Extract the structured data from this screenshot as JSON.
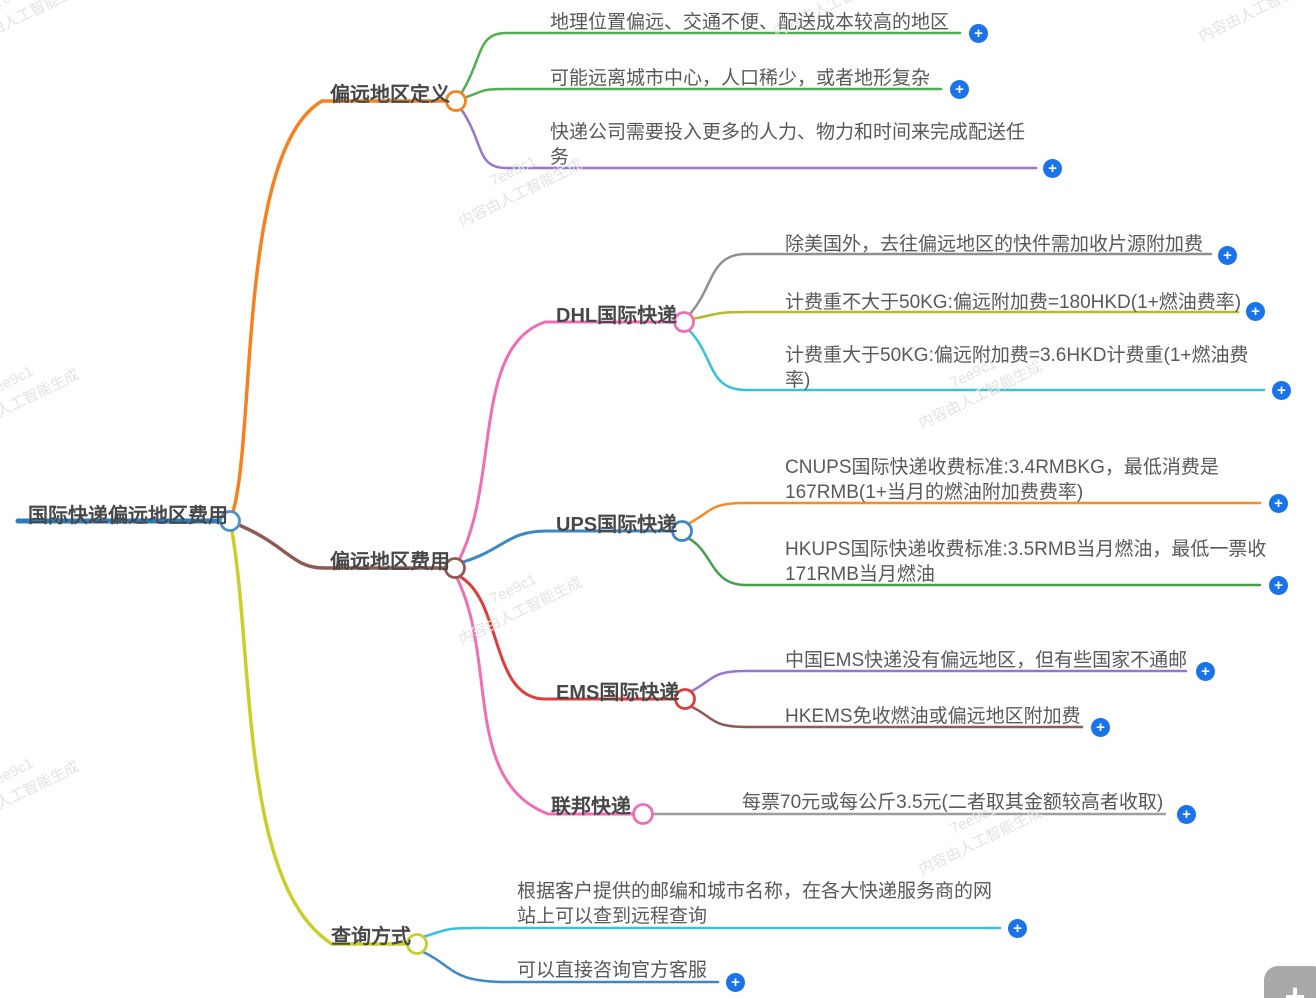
{
  "watermark": {
    "code": "7ee9c1",
    "text": "内容由人工智能生成"
  },
  "icons": {
    "plus": "+"
  },
  "colors": {
    "root_blue": "#2d7dbd",
    "root_circle": "#4a90d2",
    "orange": "#f5821f",
    "brown": "#8d5b53",
    "olive_yellow": "#c9cf28",
    "green": "#4caf50",
    "green_dark": "#43a047",
    "purple": "#9575cd",
    "pink": "#f06eb4",
    "blue": "#3c87c6",
    "red": "#e23b3b",
    "gray": "#909090",
    "gray_light": "#9e9e9e",
    "olive": "#b5ba25",
    "cyan": "#35c3d9",
    "plus_button": "#1a73e8",
    "fab_gray": "#a9a9a9"
  },
  "root": {
    "label": "国际快递偏远地区费用"
  },
  "definition": {
    "label": "偏远地区定义",
    "leaf1": "地理位置偏远、交通不便、配送成本较高的地区",
    "leaf2": "可能远离城市中心，人口稀少，或者地形复杂",
    "leaf3": "快递公司需要投入更多的人力、物力和时间来完成配送任\n务"
  },
  "fees": {
    "label": "偏远地区费用",
    "dhl": {
      "label": "DHL国际快递",
      "leaf1": "除美国外，去往偏远地区的快件需加收片源附加费",
      "leaf2": "计费重不大于50KG:偏远附加费=180HKD(1+燃油费率)",
      "leaf3": "计费重大于50KG:偏远附加费=3.6HKD计费重(1+燃油费\n率)"
    },
    "ups": {
      "label": "UPS国际快递",
      "leaf1": "CNUPS国际快递收费标准:3.4RMBKG，最低消费是\n167RMB(1+当月的燃油附加费费率)",
      "leaf2": "HKUPS国际快递收费标准:3.5RMB当月燃油，最低一票收\n171RMB当月燃油"
    },
    "ems": {
      "label": "EMS国际快递",
      "leaf1": "中国EMS快递没有偏远地区，但有些国家不通邮",
      "leaf2": "HKEMS免收燃油或偏远地区附加费"
    },
    "fedex": {
      "label": "联邦快递",
      "leaf1": "每票70元或每公斤3.5元(二者取其金额较高者收取)"
    }
  },
  "query": {
    "label": "查询方式",
    "leaf1": "根据客户提供的邮编和城市名称，在各大快递服务商的网\n站上可以查到远程查询",
    "leaf2": "可以直接咨询官方客服"
  }
}
